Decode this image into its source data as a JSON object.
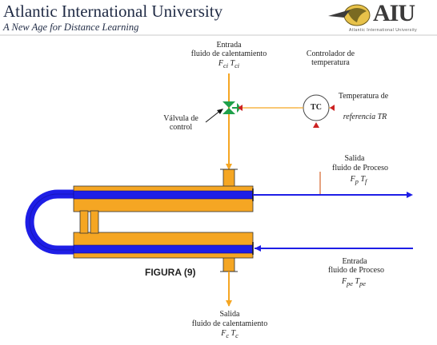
{
  "header": {
    "university": "Atlantic International University",
    "tagline": "A New Age for Distance Learning",
    "logo_text": "AIU",
    "logo_small": "Atlantic International University"
  },
  "labels": {
    "heating_in_line1": "Entrada",
    "heating_in_line2": "fluido de calentamiento",
    "heating_in_vars": "F<sub>ci</sub>   T<sub>ci</sub>",
    "controller_line1": "Controlador de",
    "controller_line2": "temperatura",
    "tc": "TC",
    "reference_line1": "Temperatura de",
    "reference_line2": "referencia TR",
    "valve_line1": "Válvula de",
    "valve_line2": "control",
    "process_out_line1": "Salida",
    "process_out_line2": "fluido de Proceso",
    "process_out_vars": "F<sub>p</sub>  T<sub>f</sub>",
    "process_in_line1": "Entrada",
    "process_in_line2": "fluido de Proceso",
    "process_in_vars": "F<sub>pe</sub>  T<sub>pe</sub>",
    "heating_out_line1": "Salida",
    "heating_out_line2": "fluido de calentamiento",
    "heating_out_vars": "F<sub>c</sub>  T<sub>c</sub>",
    "figure": "FIGURA (9)"
  },
  "colors": {
    "orange": "#f5a623",
    "blue": "#1e1ee6",
    "green": "#1fa04a",
    "red": "#cc2222",
    "navy": "#1f2a44"
  }
}
